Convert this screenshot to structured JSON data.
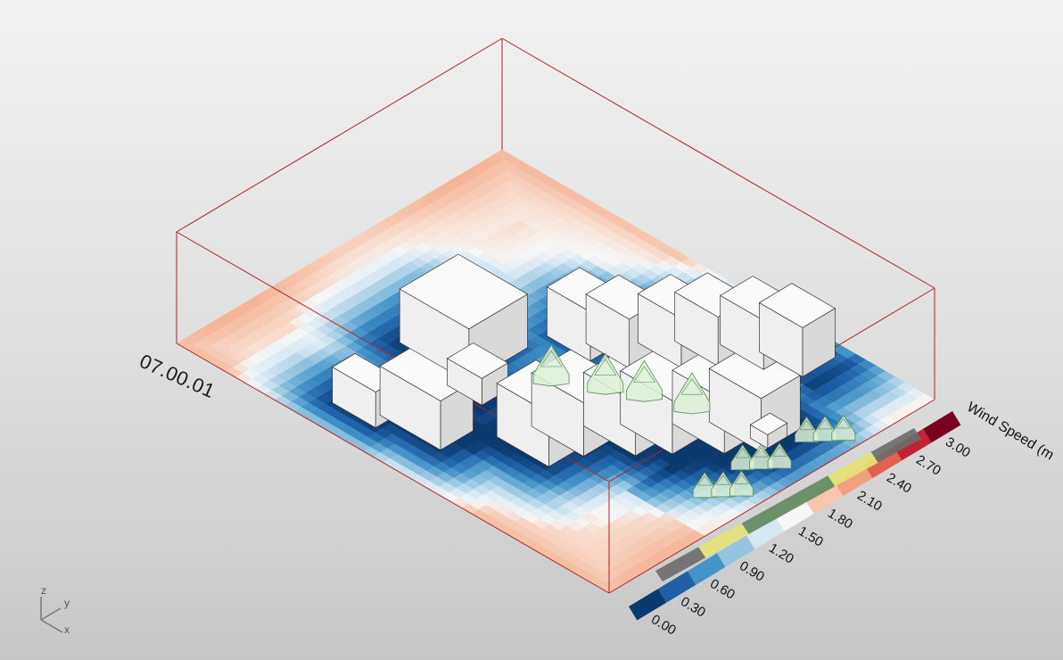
{
  "viewport": {
    "timestamp": "07.00.01",
    "background_top": "#f1f1f1",
    "background_bottom": "#c6c6c6",
    "bounding_box_color": "#b22222"
  },
  "legend": {
    "title": "Wind Speed (m",
    "ticks": [
      "0.00",
      "0.30",
      "0.60",
      "0.90",
      "1.20",
      "1.50",
      "1.80",
      "2.10",
      "2.40",
      "2.70",
      "3.00"
    ],
    "colors": [
      "#0b3a6e",
      "#1f60a6",
      "#4493c9",
      "#93c4e0",
      "#d6e7f2",
      "#f7f7f7",
      "#f7c6ad",
      "#f1a07f",
      "#e0614f",
      "#c22231",
      "#7a0021"
    ],
    "overlay_colors": [
      "#6b6b6b",
      "#e6e376",
      "#5e8a5b",
      "#5e8a5b",
      "#e6e376",
      "#6b6b6b"
    ]
  },
  "axis_indicator": {
    "z_label": "z",
    "y_label": "y",
    "x_label": "x"
  }
}
